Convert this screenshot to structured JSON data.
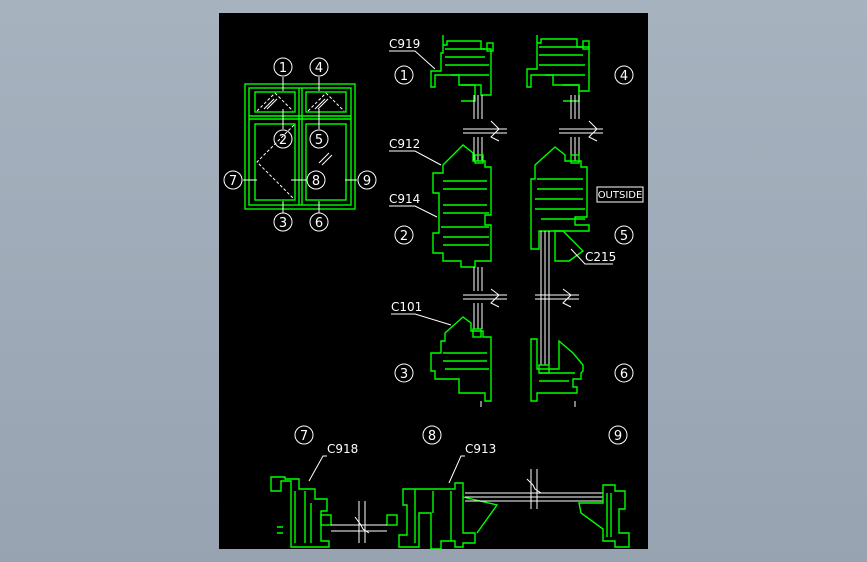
{
  "colors": {
    "background": "#a7b2bf",
    "drawing_bg": "#000000",
    "profile": "#00ff00",
    "annotation": "#ffffff"
  },
  "elevation_markers": [
    "1",
    "2",
    "3",
    "4",
    "5",
    "6",
    "7",
    "8",
    "9"
  ],
  "section_markers": {
    "s1": "1",
    "s2": "2",
    "s3": "3",
    "s4": "4",
    "s5": "5",
    "s6": "6",
    "s7": "7",
    "s8": "8",
    "s9": "9"
  },
  "profile_labels": {
    "c919": "C919",
    "c912": "C912",
    "c914": "C914",
    "c101": "C101",
    "c215": "C215",
    "c918": "C918",
    "c913": "C913"
  },
  "outside_label": "OUTSIDE"
}
